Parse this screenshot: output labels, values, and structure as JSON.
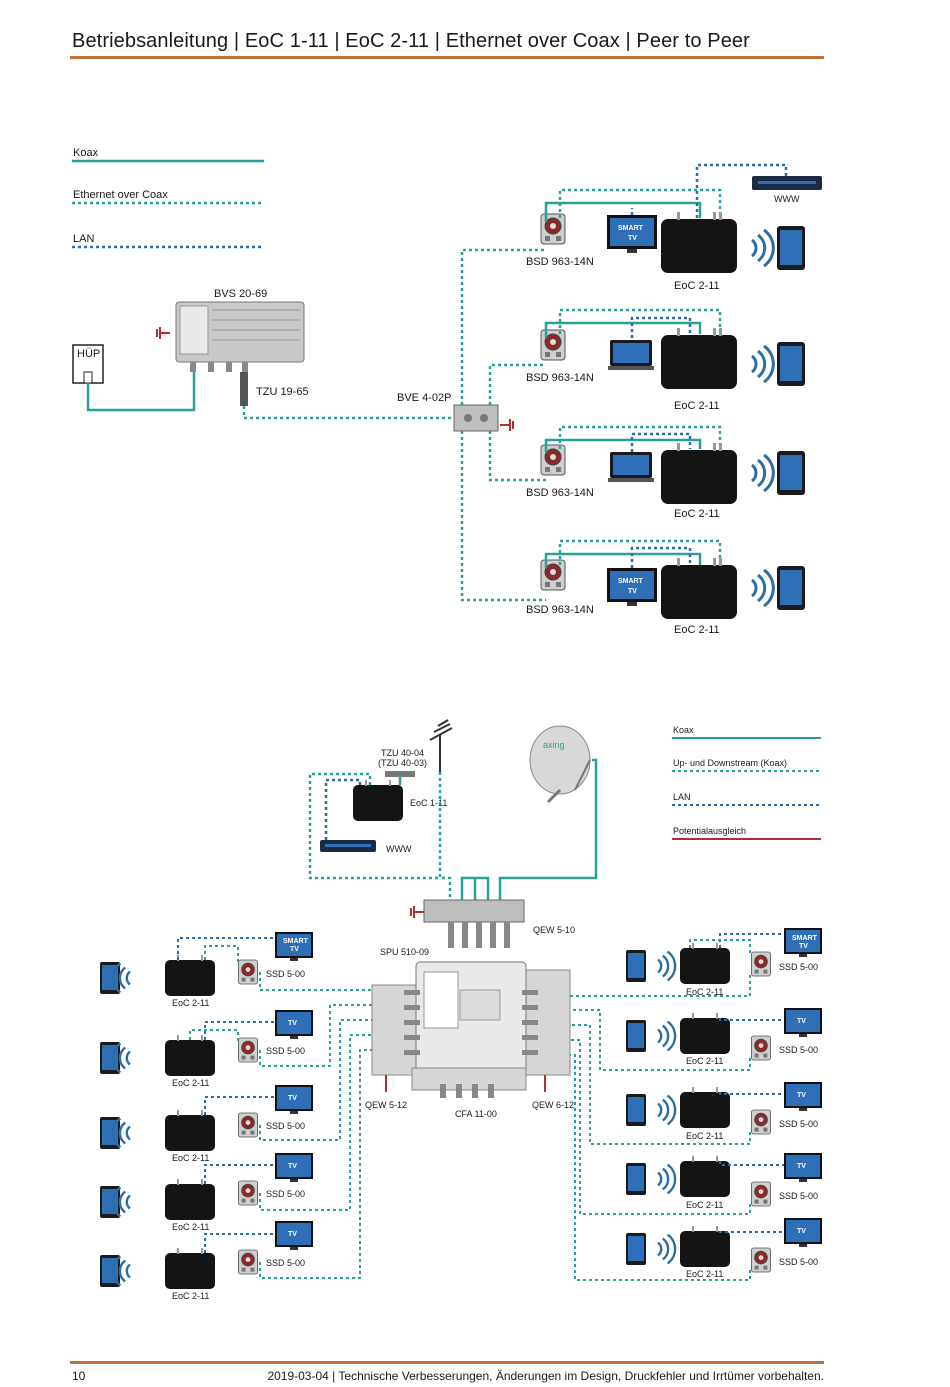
{
  "header": {
    "title": "Betriebsanleitung | EoC 1-11 | EoC 2-11 | Ethernet over Coax |  Peer to Peer"
  },
  "footer": {
    "page_number": "10",
    "note": "2019-03-04 | Technische Verbesserungen, Änderungen im Design, Druckfehler und Irrtümer vorbehalten."
  },
  "colors": {
    "accent_rule": "#c0703a",
    "koax": "#2aa198",
    "eoc": "#2aa198",
    "lan": "#2e6da4",
    "potential": "#b03030"
  },
  "diagram1": {
    "legend": {
      "koax": "Koax",
      "eoc": "Ethernet over Coax",
      "lan": "LAN"
    },
    "hup": "HÜP",
    "amplifier": "BVS 20-69",
    "tzu": "TZU 19-65",
    "splitter": "BVE 4-02P",
    "outlet": "BSD 963-14N",
    "eoc_device": "EoC 2-11",
    "www": "WWW",
    "smart_tv": [
      "SMART",
      "TV"
    ]
  },
  "diagram2": {
    "legend": {
      "koax": "Koax",
      "updown": "Up- und Downstream (Koax)",
      "lan": "LAN",
      "potential": "Potentialausgleich"
    },
    "tzu": [
      "TZU 40-04",
      "(TZU 40-03)"
    ],
    "eoc_master": "EoC 1-11",
    "www": "WWW",
    "dish_logo": "axing",
    "qew_top": "QEW 5-10",
    "spu": "SPU 510-09",
    "qew_left": "QEW 5-12",
    "cfa": "CFA 11-00",
    "qew_right": "QEW 6-12",
    "outlet": "SSD 5-00",
    "eoc_device": "EoC 2-11",
    "tv": "TV",
    "smart_tv": [
      "SMART",
      "TV"
    ]
  }
}
